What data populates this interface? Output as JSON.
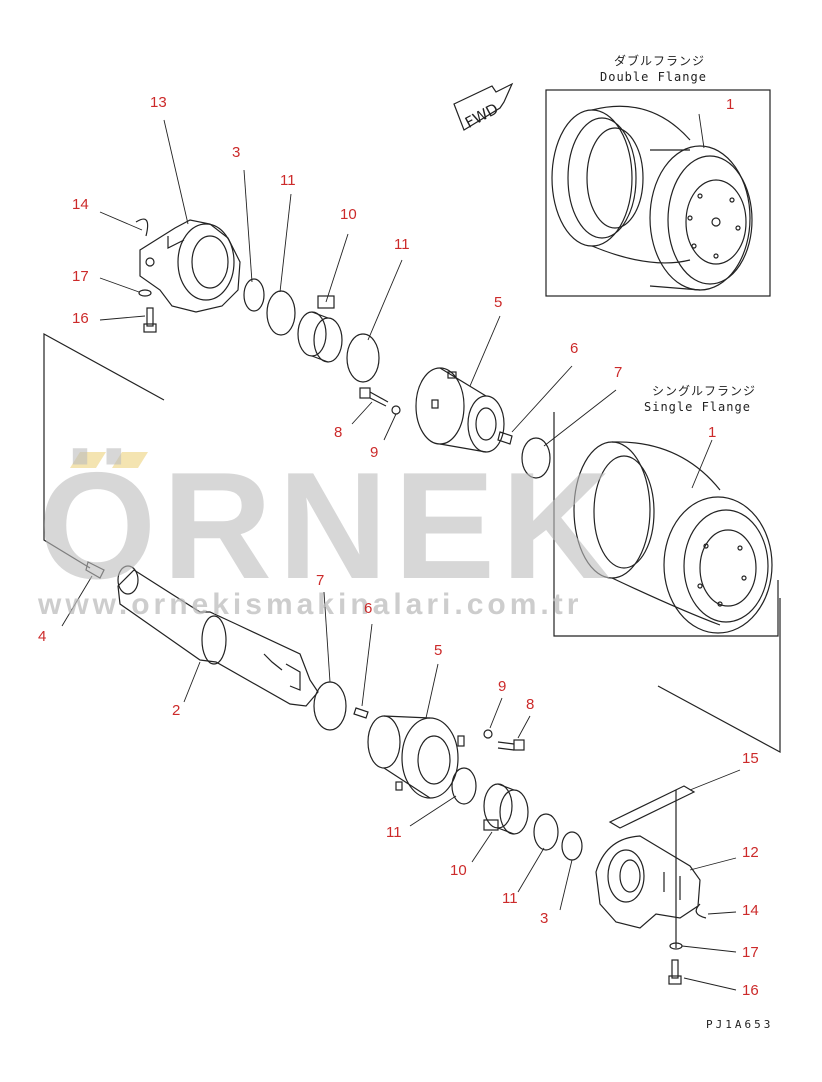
{
  "watermark": {
    "brand": "ÖRNEK",
    "url": "www.ornekismakinalari.com.tr",
    "accent": "#f0d890"
  },
  "inset_double": {
    "jp": "ダブルフランジ",
    "en": "Double Flange"
  },
  "inset_single": {
    "jp": "シングルフランジ",
    "en": "Single Flange"
  },
  "fwd_label": "FWD",
  "drawing_code": "PJ1A653",
  "callouts": {
    "c1a": "1",
    "c1b": "1",
    "c13": "13",
    "c3a": "3",
    "c11a": "11",
    "c10a": "10",
    "c11b": "11",
    "c14a": "14",
    "c17a": "17",
    "c16a": "16",
    "c5a": "5",
    "c6a": "6",
    "c7a": "7",
    "c8a": "8",
    "c9a": "9",
    "c4": "4",
    "c2": "2",
    "c7b": "7",
    "c6b": "6",
    "c5b": "5",
    "c9b": "9",
    "c8b": "8",
    "c11c": "11",
    "c10b": "10",
    "c11d": "11",
    "c3b": "3",
    "c15": "15",
    "c12": "12",
    "c14b": "14",
    "c17b": "17",
    "c16b": "16"
  },
  "colors": {
    "callout": "#cc2a2a",
    "line": "#222222",
    "watermark": "#bdbdbd"
  }
}
